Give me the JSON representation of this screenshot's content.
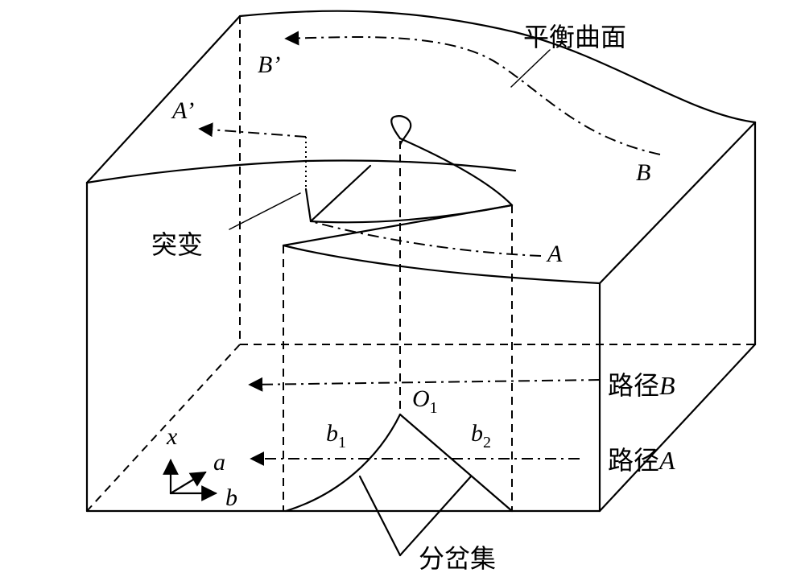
{
  "labels": {
    "equilibrium_surface": "平衡曲面",
    "catastrophe": "突变",
    "bifurcation_set": "分岔集",
    "path_a_prefix": "路径",
    "path_a_var": "A",
    "path_b_prefix": "路径",
    "path_b_var": "B",
    "point_a": "A",
    "point_a_prime": "A’",
    "point_b": "B",
    "point_b_prime": "B’",
    "o1_main": "O",
    "o1_sub": "1",
    "b1_main": "b",
    "b1_sub": "1",
    "b2_main": "b",
    "b2_sub": "2",
    "axis_x": "x",
    "axis_a": "a",
    "axis_b": "b"
  }
}
